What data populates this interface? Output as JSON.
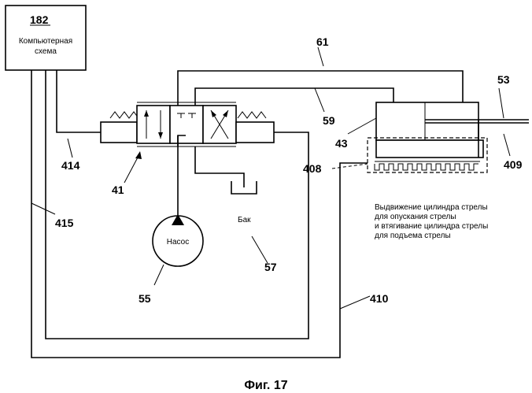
{
  "computer": {
    "ref": "182",
    "label_line1": "Компьютерная",
    "label_line2": "схема"
  },
  "refs": {
    "r61": "61",
    "r59": "59",
    "r53": "53",
    "r43": "43",
    "r408": "408",
    "r409": "409",
    "r414": "414",
    "r41": "41",
    "r415": "415",
    "r55": "55",
    "r57": "57",
    "r410": "410"
  },
  "pump": {
    "label": "Насос"
  },
  "tank": {
    "label": "Бак"
  },
  "note": {
    "line1": "Выдвижение цилиндра стрелы",
    "line2": "для опускания стрелы",
    "line3": "и втягивание цилиндра стрелы",
    "line4": "для подъема стрелы"
  },
  "caption": "Фиг. 17"
}
